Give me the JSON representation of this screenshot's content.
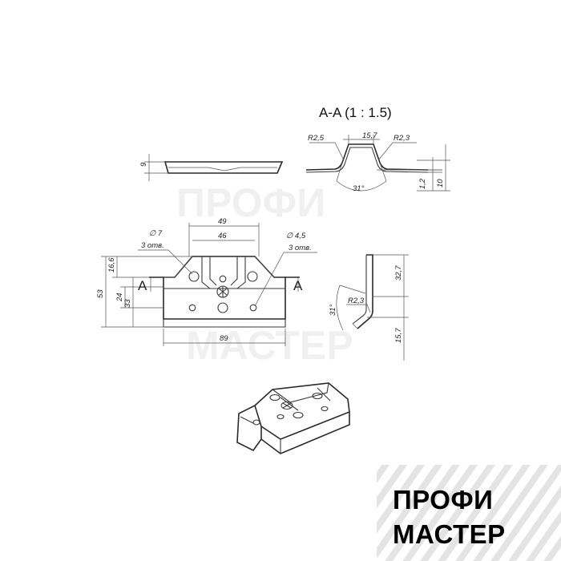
{
  "watermark": {
    "line1": "ПРОФИ",
    "line2": "МАСТЕР"
  },
  "brand": {
    "line1": "ПРОФИ",
    "line2": "МАСТЕР"
  },
  "section": {
    "title": "A-A (1 : 1.5)",
    "r_left": "R2,5",
    "width_top": "15,7",
    "r_right": "R2,3",
    "angle": "31°",
    "thickness": "1,2",
    "height": "10"
  },
  "side_view": {
    "height": "9"
  },
  "front_view": {
    "width_outer": "49",
    "width_inner": "46",
    "hole_large": "∅ 7",
    "hole_large_count": "3 отв.",
    "hole_small": "∅ 4,5",
    "hole_small_count": "3 отв.",
    "height_total": "53",
    "height_tab": "16,6",
    "height_24": "24",
    "height_33": "33",
    "width_total": "89",
    "cut_left": "A",
    "cut_right": "A"
  },
  "profile_view": {
    "height_upper": "32,7",
    "height_lower": "15,7",
    "radius": "R2,3",
    "angle": "31°"
  }
}
